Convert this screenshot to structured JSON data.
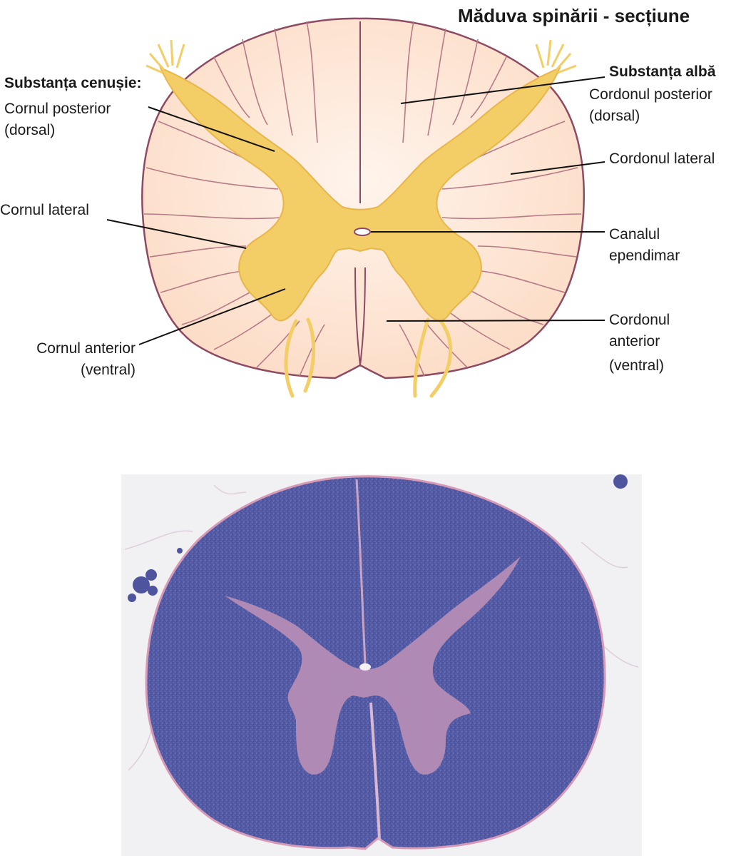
{
  "title": "Măduva spinării - secțiune",
  "colors": {
    "white_matter": "#fde6d6",
    "white_matter_light": "#fff3ea",
    "gray_matter": "#f3cd66",
    "gray_matter_dark": "#e8b64a",
    "outline": "#8e4a62",
    "leader_line": "#111111",
    "stain_background": "#f1f1f4",
    "stain_white_matter": "#4f57a3",
    "stain_gray_matter": "#b98fb6"
  },
  "left_labels": {
    "gray_heading": "Substanța cenușie:",
    "posterior_horn_1": "Cornul posterior",
    "posterior_horn_2": "(dorsal)",
    "lateral_horn": "Cornul lateral",
    "anterior_horn_1": "Cornul anterior",
    "anterior_horn_2": "(ventral)"
  },
  "right_labels": {
    "white_heading": "Substanța albă",
    "posterior_column_1": "Cordonul posterior",
    "posterior_column_2": "(dorsal)",
    "lateral_column": "Cordonul lateral",
    "central_canal_1": "Canalul",
    "central_canal_2": "ependimar",
    "anterior_column_1": "Cordonul",
    "anterior_column_2": "anterior",
    "anterior_column_3": "(ventral)"
  }
}
